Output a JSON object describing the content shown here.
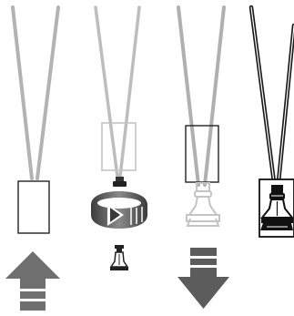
{
  "diagram": {
    "colors": {
      "background": "#ffffff",
      "lanyard_light": "#b3b3b3",
      "lanyard_mid": "#bdbdbd",
      "lanyard_dark": "#1a1a1a",
      "card_outline": "#222222",
      "ghost": "#c4c4c4",
      "arrow_up": "#6f6f6f",
      "arrow_down": "#5c5c5c",
      "rotate_band": "#555555"
    },
    "panels": [
      {
        "id": "lanyard-plain",
        "icon": "up-arrow-icon"
      },
      {
        "id": "lanyard-attach",
        "icons": [
          "clip-icon",
          "rotate-arrow-icon",
          "holder-icon"
        ]
      },
      {
        "id": "lanyard-ghost-holder",
        "icon": "down-arrow-icon"
      },
      {
        "id": "lanyard-black-holder"
      }
    ]
  }
}
